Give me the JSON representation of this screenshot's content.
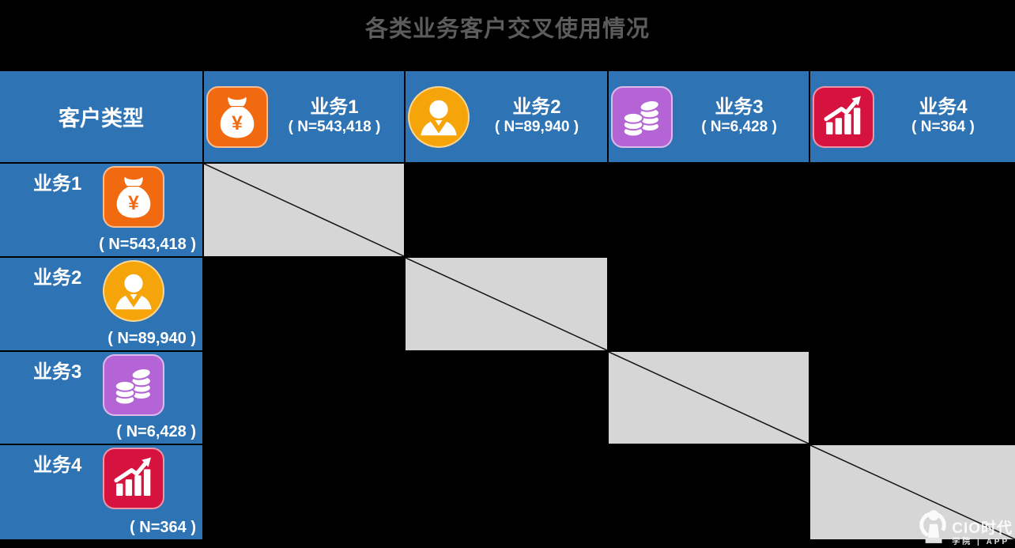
{
  "title": "各类业务客户交叉使用情况",
  "table": {
    "corner_label": "客户类型",
    "businesses": [
      {
        "name": "业务1",
        "n_label": "( N=543,418 )",
        "n_value": 543418,
        "icon": "money-bag-icon",
        "color": "#f26a10"
      },
      {
        "name": "业务2",
        "n_label": "( N=89,940 )",
        "n_value": 89940,
        "icon": "person-icon",
        "color": "#f5a40a"
      },
      {
        "name": "业务3",
        "n_label": "( N=6,428 )",
        "n_value": 6428,
        "icon": "coins-icon",
        "color": "#b564d6"
      },
      {
        "name": "业务4",
        "n_label": "( N=364 )",
        "n_value": 364,
        "icon": "chart-icon",
        "color": "#d6133e"
      }
    ]
  },
  "chart_data": {
    "type": "table",
    "title": "各类业务客户交叉使用情况",
    "row_header": "客户类型",
    "categories": [
      "业务1",
      "业务2",
      "业务3",
      "业务4"
    ],
    "n_values": [
      543418,
      89940,
      6428,
      364
    ],
    "matrix_note": "4x4 cross-usage matrix; diagonal cells shaded gray with strike-through line; off-diagonal cells empty/black",
    "header_color": "#2e74b5",
    "diagonal_cell_color": "#d6d6d6",
    "background": "#000000"
  },
  "colors": {
    "header_blue": "#2e74b5",
    "diagonal_gray": "#d6d6d6",
    "background": "#000000",
    "title_gray": "#5c5c5c",
    "business1_orange": "#f26a10",
    "business2_amber": "#f5a40a",
    "business3_purple": "#b564d6",
    "business4_red": "#d6133e"
  },
  "watermark": {
    "brand": "CIO时代",
    "sub": "学院 | APP"
  }
}
